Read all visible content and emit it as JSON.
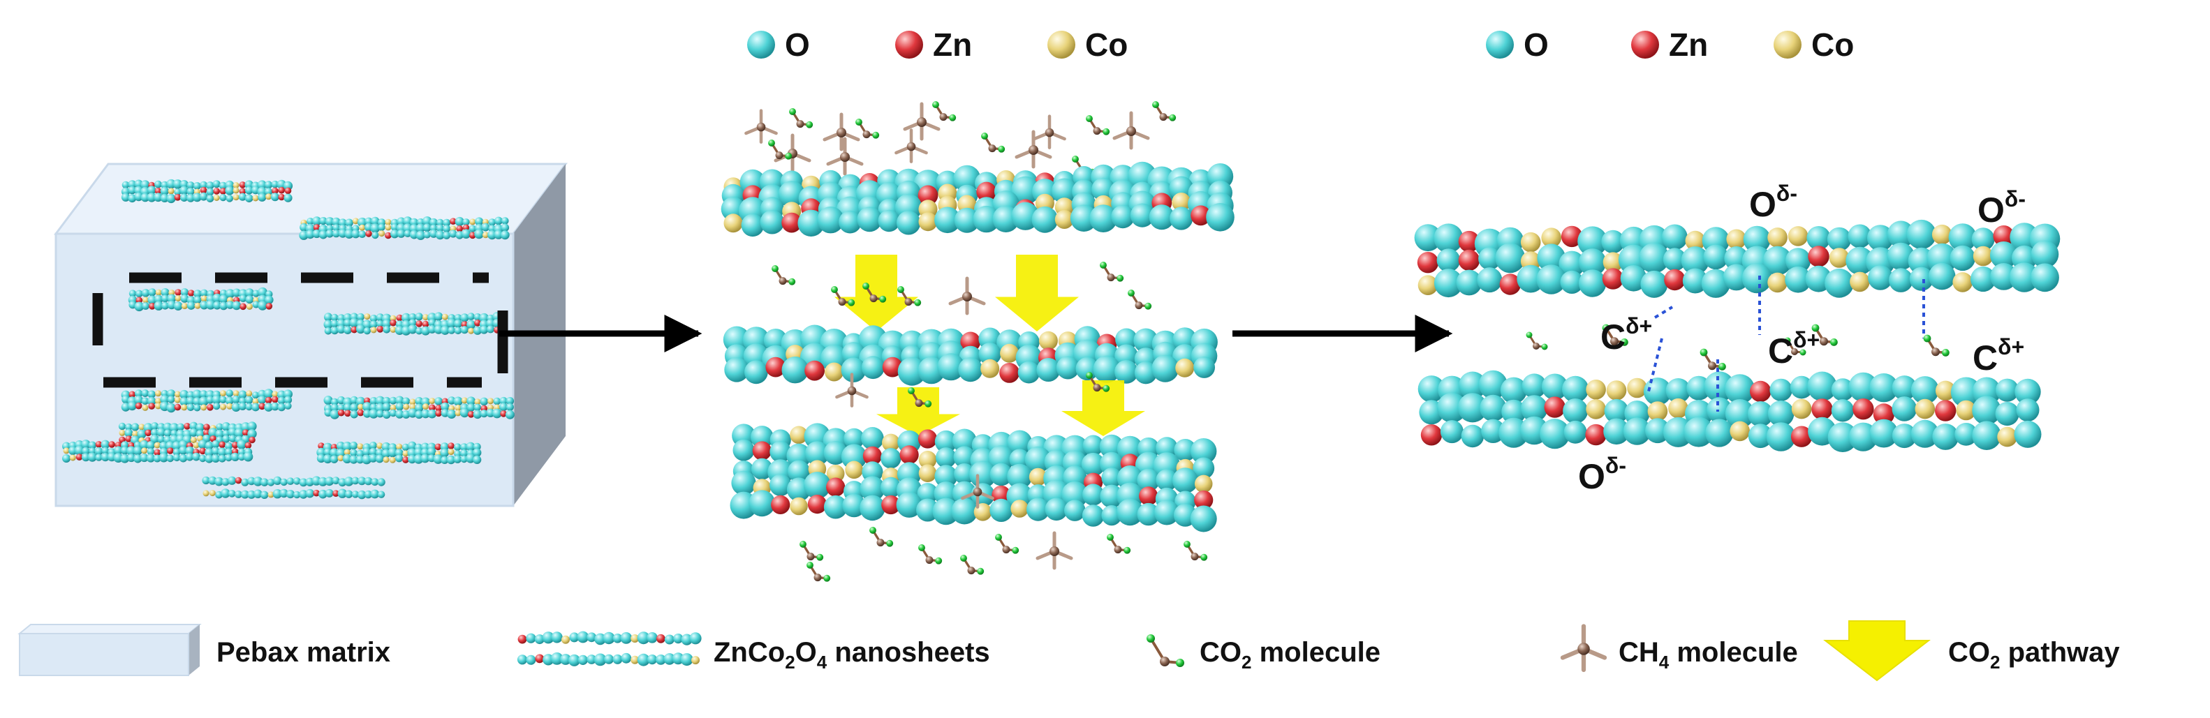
{
  "element_keys": [
    {
      "items": [
        {
          "label": "O",
          "color": "#4fd3d6"
        },
        {
          "label": "Zn",
          "color": "#e0383e"
        },
        {
          "label": "Co",
          "color": "#e8d37a"
        }
      ]
    },
    {
      "items": [
        {
          "label": "O",
          "color": "#4fd3d6"
        },
        {
          "label": "Zn",
          "color": "#e0383e"
        },
        {
          "label": "Co",
          "color": "#e8d37a"
        }
      ]
    }
  ],
  "charge_labels": {
    "o_top_left": "O",
    "o_top_left_sup": "δ-",
    "o_top_right": "O",
    "o_top_right_sup": "δ-",
    "c_left": "C",
    "c_left_sup": "δ+",
    "c_mid": "C",
    "c_mid_sup": "δ+",
    "c_right": "C",
    "c_right_sup": "δ+",
    "o_bottom": "O",
    "o_bottom_sup": "δ-"
  },
  "legend": {
    "pebax": "Pebax matrix",
    "nanosheet_pre": "ZnCo",
    "nanosheet_sub1": "2",
    "nanosheet_mid": "O",
    "nanosheet_sub2": "4",
    "nanosheet_post": " nanosheets",
    "co2_pre": "CO",
    "co2_sub": "2",
    "co2_post": " molecule",
    "ch4_pre": "CH",
    "ch4_sub": "4",
    "ch4_post": " molecule",
    "path_pre": "CO",
    "path_sub": "2",
    "path_post": " pathway"
  },
  "colors": {
    "oxygen": "#4fd3d6",
    "zinc": "#e0383e",
    "cobalt": "#e8d37a",
    "carbon_co2": "#8a5a3c",
    "co2_oxygen": "#22c93a",
    "ch4_carbon": "#8a6552",
    "arrow_yellow": "#f5f000",
    "pebax_face": "#dce9f6",
    "bond_blue": "#2a52d6"
  }
}
